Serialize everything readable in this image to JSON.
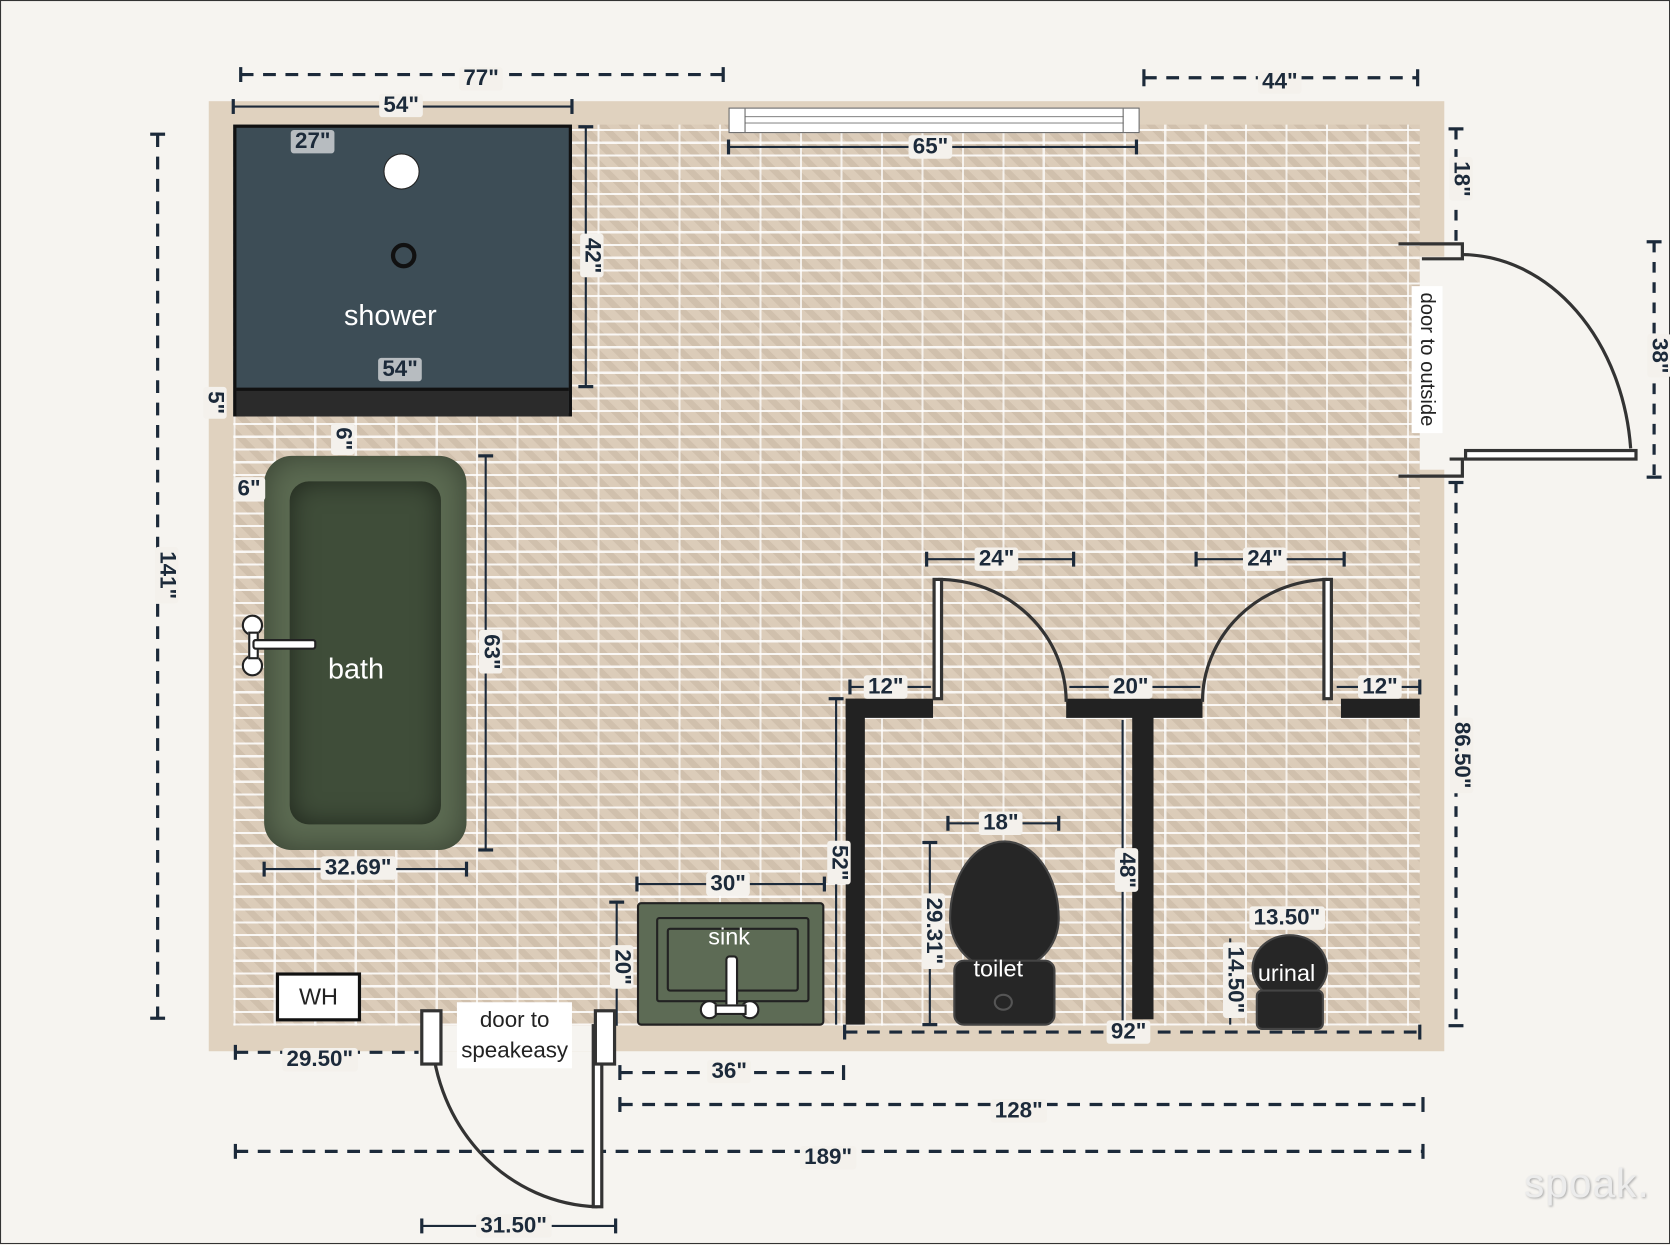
{
  "plan": {
    "palette": {
      "wall": "#e0d2bf",
      "shower": "#3d4d56",
      "bath": "#5c6b52",
      "sink": "#5d6b55",
      "fixture_dark": "#262626",
      "dimension_text": "#1c2a3a",
      "background": "#f6f4f0"
    },
    "rooms": {
      "shower": {
        "label": "shower",
        "width": "54\"",
        "depth": "42\"",
        "drain_offset": "27\"",
        "bench_width": "54\""
      },
      "bath": {
        "label": "bath",
        "width": "32.69\"",
        "length": "63\"",
        "wall_offset_top": "6\"",
        "wall_offset_left": "6\""
      },
      "water_heater": {
        "label": "WH",
        "offset": "29.50\""
      },
      "sink": {
        "label": "sink",
        "width": "30\"",
        "depth": "20\"",
        "clearance": "36\""
      },
      "toilet": {
        "label": "toilet",
        "width": "18\"",
        "depth": "29.31\""
      },
      "urinal": {
        "label": "urinal",
        "width": "13.50\"",
        "depth": "14.50\""
      }
    },
    "doors": {
      "outside": {
        "label": "door to outside",
        "width": "38\"",
        "offset_top": "18\"",
        "offset_bottom": "86.50\""
      },
      "speakeasy": {
        "label_line1": "door to",
        "label_line2": "speakeasy",
        "width": "31.50\""
      },
      "stall_left": {
        "width": "24\""
      },
      "stall_right": {
        "width": "24\""
      }
    },
    "window": {
      "width": "65\""
    },
    "dimensions": {
      "top_left": "77\"",
      "top_right": "44\"",
      "left_total": "141\"",
      "left_wall": "5\"",
      "stall_wall_left": "12\"",
      "stall_between": "20\"",
      "stall_wall_right": "12\"",
      "stall_partition_left": "52\"",
      "stall_partition_mid": "48\"",
      "stall_run": "92\"",
      "bottom_128": "128\"",
      "bottom_189": "189\""
    }
  },
  "branding": {
    "logo": "spoak."
  }
}
